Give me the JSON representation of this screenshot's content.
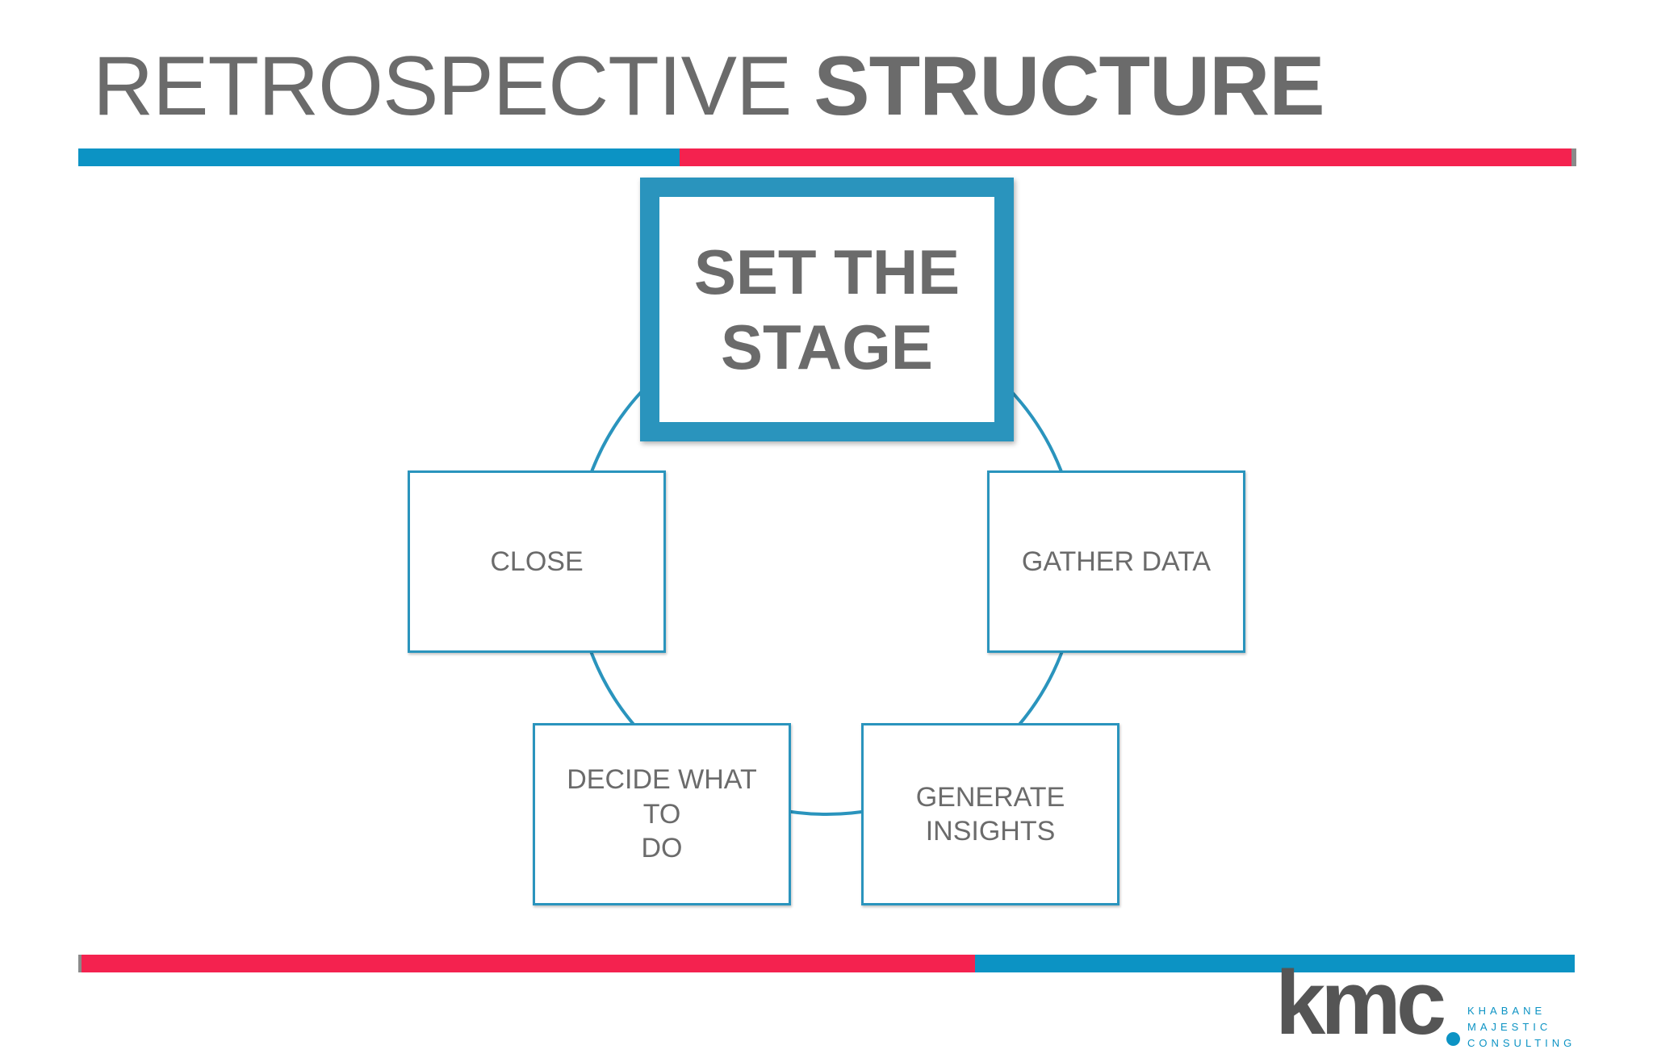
{
  "title": {
    "regular": "RETROSPECTIVE",
    "bold": "STRUCTURE"
  },
  "colors": {
    "blue": "#0c93c4",
    "red": "#f4224f",
    "box_border": "#2a94bd",
    "text": "#6b6b6b"
  },
  "stages": {
    "set_the_stage": [
      "SET THE",
      "STAGE"
    ],
    "gather_data": [
      "GATHER DATA"
    ],
    "generate_insights": [
      "GENERATE",
      "INSIGHTS"
    ],
    "decide_what_to_do": [
      "DECIDE WHAT TO",
      "DO"
    ],
    "close": [
      "CLOSE"
    ]
  },
  "logo": {
    "mark": "kmc",
    "tagline": [
      "KHABANE",
      "MAJESTIC",
      "CONSULTING"
    ]
  }
}
